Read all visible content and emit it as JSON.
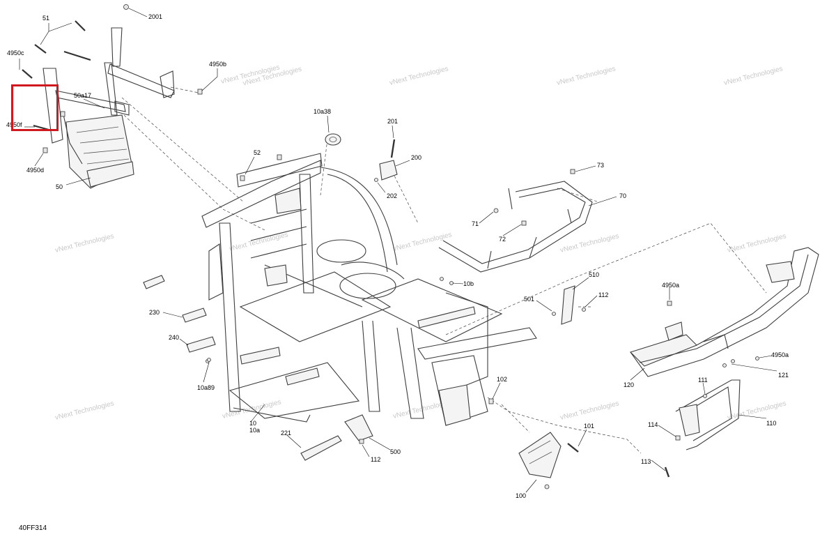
{
  "diagram": {
    "code": "40FF314",
    "watermark": "vNext Technologies",
    "highlight_color": "#d0191f",
    "callouts": [
      {
        "id": "c-2001",
        "text": "2001"
      },
      {
        "id": "c-51",
        "text": "51"
      },
      {
        "id": "c-4950c",
        "text": "4950c"
      },
      {
        "id": "c-4950b",
        "text": "4950b"
      },
      {
        "id": "c-50a17",
        "text": "50a17"
      },
      {
        "id": "c-4950f",
        "text": "4950f"
      },
      {
        "id": "c-4950d",
        "text": "4950d"
      },
      {
        "id": "c-50",
        "text": "50"
      },
      {
        "id": "c-10a38",
        "text": "10a38"
      },
      {
        "id": "c-201",
        "text": "201"
      },
      {
        "id": "c-52",
        "text": "52"
      },
      {
        "id": "c-200",
        "text": "200"
      },
      {
        "id": "c-73",
        "text": "73"
      },
      {
        "id": "c-202",
        "text": "202"
      },
      {
        "id": "c-70",
        "text": "70"
      },
      {
        "id": "c-71",
        "text": "71"
      },
      {
        "id": "c-72",
        "text": "72"
      },
      {
        "id": "c-10b",
        "text": "10b"
      },
      {
        "id": "c-510",
        "text": "510"
      },
      {
        "id": "c-4950a-top",
        "text": "4950a"
      },
      {
        "id": "c-501",
        "text": "501"
      },
      {
        "id": "c-112-right",
        "text": "112"
      },
      {
        "id": "c-230",
        "text": "230"
      },
      {
        "id": "c-240",
        "text": "240"
      },
      {
        "id": "c-10a89",
        "text": "10a89"
      },
      {
        "id": "c-4950a-bottom",
        "text": "4950a"
      },
      {
        "id": "c-121",
        "text": "121"
      },
      {
        "id": "c-102",
        "text": "102"
      },
      {
        "id": "c-120",
        "text": "120"
      },
      {
        "id": "c-111",
        "text": "111"
      },
      {
        "id": "c-10",
        "text": "10"
      },
      {
        "id": "c-10a",
        "text": "10a"
      },
      {
        "id": "c-221",
        "text": "221"
      },
      {
        "id": "c-101",
        "text": "101"
      },
      {
        "id": "c-114",
        "text": "114"
      },
      {
        "id": "c-110",
        "text": "110"
      },
      {
        "id": "c-500",
        "text": "500"
      },
      {
        "id": "c-112-bottom",
        "text": "112"
      },
      {
        "id": "c-113",
        "text": "113"
      },
      {
        "id": "c-100",
        "text": "100"
      }
    ]
  }
}
